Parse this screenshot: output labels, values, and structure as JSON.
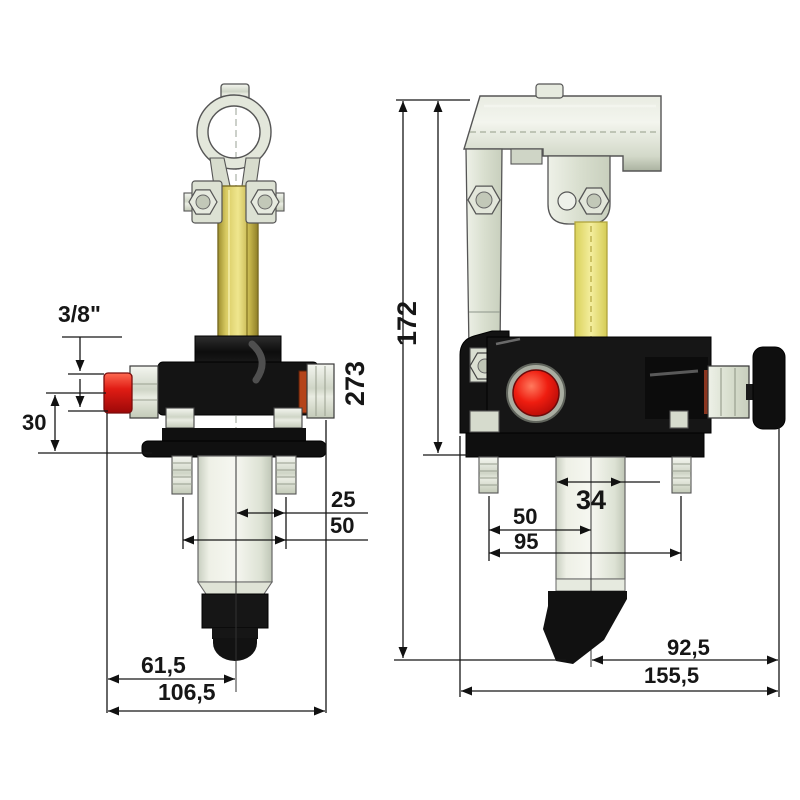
{
  "page": {
    "background": "#ffffff"
  },
  "diagram": {
    "type": "technical-drawing",
    "subject": "Hydraulic hand pump - two orthographic views with dimensions",
    "units": "mm",
    "front_view": {
      "name": "front view",
      "dims": {
        "port": "3/8\"",
        "port_center_height": "30",
        "stud_offset": "25",
        "stud_spacing": "50",
        "center_to_left": "61,5",
        "overall_width": "106,5"
      }
    },
    "side_view": {
      "name": "side view",
      "dims": {
        "overall_height": "273",
        "handle_height": "172",
        "cylinder_diameter": "34",
        "stud_to_center": "50",
        "stud_spacing": "95",
        "center_to_right": "92,5",
        "overall_width": "155,5"
      }
    },
    "colors": {
      "body_black": "#141414",
      "metal_light": "#dde2d4",
      "brass_rod": "#c9b94e",
      "piston_rod_yellow": "#ece47f",
      "port_cap_red": "#d81414",
      "knob_red": "#e81010",
      "dimension_ink": "#141414"
    }
  }
}
